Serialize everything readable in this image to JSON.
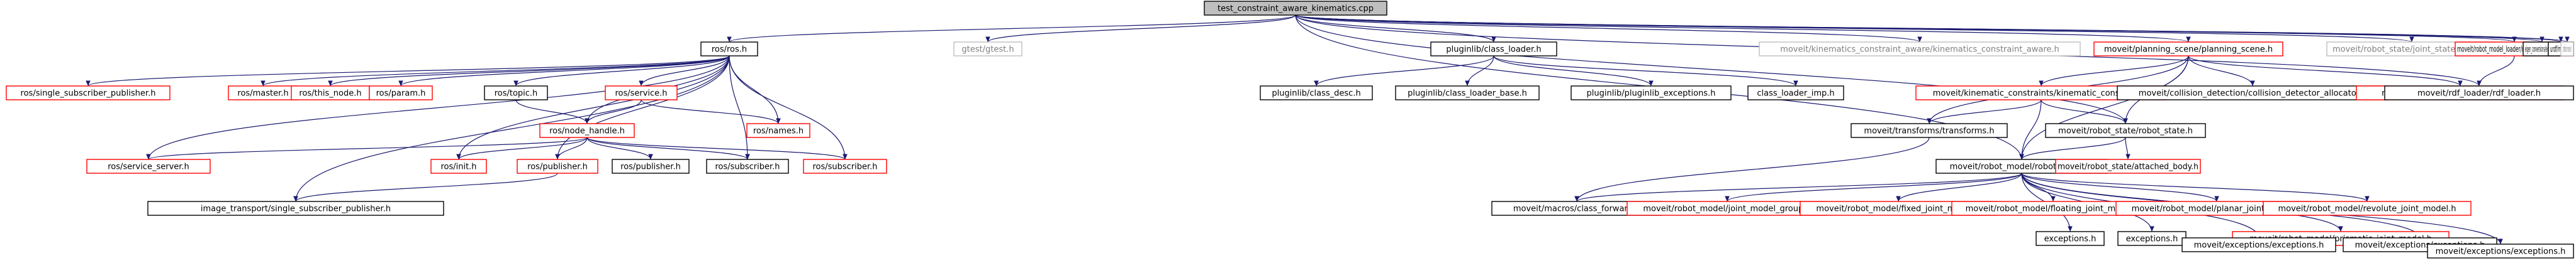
{
  "colors": {
    "edge": "#191970",
    "linked_border": "#000000",
    "undocumented_border": "#ff0000",
    "external_border": "#bfbfbf",
    "root_fill": "#bfbfbf",
    "text": "#000000",
    "external_text": "#808080"
  },
  "nodes": [
    {
      "id": "root",
      "label": "test_constraint_aware_kinematics.cpp",
      "kind": "root"
    },
    {
      "id": "ros",
      "label": "ros/ros.h",
      "kind": "linked"
    },
    {
      "id": "gtest",
      "label": "gtest/gtest.h",
      "kind": "external"
    },
    {
      "id": "plc",
      "label": "pluginlib/class_loader.h",
      "kind": "linked"
    },
    {
      "id": "mkc",
      "label": "moveit/kinematics_constraint_aware/kinematics_constraint_aware.h",
      "kind": "external"
    },
    {
      "id": "mps",
      "label": "moveit/planning_scene/planning_scene.h",
      "kind": "undoc"
    },
    {
      "id": "rsjsg",
      "label": "moveit/robot_state/joint_state_group.h",
      "kind": "external"
    },
    {
      "id": "rmlr",
      "label": "moveit/robot_model_loader/robot_model_loader.h",
      "kind": "undoc"
    },
    {
      "id": "eig",
      "label": "eigen_conversions/eigen_msg.h",
      "kind": "linked"
    },
    {
      "id": "urdf",
      "label": "urdf/model.h",
      "kind": "linked"
    },
    {
      "id": "srdf",
      "label": "srdfdom/model.h",
      "kind": "external"
    },
    {
      "id": "ssp1",
      "label": "ros/single_subscriber_publisher.h",
      "kind": "undoc"
    },
    {
      "id": "master",
      "label": "ros/master.h",
      "kind": "undoc"
    },
    {
      "id": "thisnode",
      "label": "ros/this_node.h",
      "kind": "undoc"
    },
    {
      "id": "param",
      "label": "ros/param.h",
      "kind": "undoc"
    },
    {
      "id": "topic",
      "label": "ros/topic.h",
      "kind": "linked"
    },
    {
      "id": "service",
      "label": "ros/service.h",
      "kind": "undoc"
    },
    {
      "id": "pcd",
      "label": "pluginlib/class_desc.h",
      "kind": "linked"
    },
    {
      "id": "pclb",
      "label": "pluginlib/class_loader_base.h",
      "kind": "linked"
    },
    {
      "id": "pex",
      "label": "pluginlib/pluginlib_exceptions.h",
      "kind": "linked"
    },
    {
      "id": "cli",
      "label": "class_loader_imp.h",
      "kind": "linked"
    },
    {
      "id": "kcc",
      "label": "moveit/kinematic_constraints/kinematic_constraint.h",
      "kind": "undoc"
    },
    {
      "id": "cdca",
      "label": "moveit/collision_detection/collision_detector_allocator.h",
      "kind": "linked"
    },
    {
      "id": "cdwd",
      "label": "moveit/collision_detection/world_diff.h",
      "kind": "undoc"
    },
    {
      "id": "rdfl",
      "label": "moveit/rdf_loader/rdf_loader.h",
      "kind": "linked"
    },
    {
      "id": "nh",
      "label": "ros/node_handle.h",
      "kind": "undoc"
    },
    {
      "id": "names",
      "label": "ros/names.h",
      "kind": "undoc"
    },
    {
      "id": "tt",
      "label": "moveit/transforms/transforms.h",
      "kind": "linked"
    },
    {
      "id": "rsrs",
      "label": "moveit/robot_state/robot_state.h",
      "kind": "linked"
    },
    {
      "id": "ss",
      "label": "ros/service_server.h",
      "kind": "undoc"
    },
    {
      "id": "init",
      "label": "ros/init.h",
      "kind": "undoc"
    },
    {
      "id": "pub1",
      "label": "ros/publisher.h",
      "kind": "undoc"
    },
    {
      "id": "pub2",
      "label": "ros/publisher.h",
      "kind": "linked"
    },
    {
      "id": "sub1",
      "label": "ros/subscriber.h",
      "kind": "linked"
    },
    {
      "id": "sub2",
      "label": "ros/subscriber.h",
      "kind": "undoc"
    },
    {
      "id": "rmrm",
      "label": "moveit/robot_model/robot_model.h",
      "kind": "linked"
    },
    {
      "id": "rsab",
      "label": "moveit/robot_state/attached_body.h",
      "kind": "undoc"
    },
    {
      "id": "itssp",
      "label": "image_transport/single_subscriber_publisher.h",
      "kind": "linked"
    },
    {
      "id": "mcf",
      "label": "moveit/macros/class_forward.h",
      "kind": "linked"
    },
    {
      "id": "jmg",
      "label": "moveit/robot_model/joint_model_group.h",
      "kind": "undoc"
    },
    {
      "id": "fjm",
      "label": "moveit/robot_model/fixed_joint_model.h",
      "kind": "undoc"
    },
    {
      "id": "fljm",
      "label": "moveit/robot_model/floating_joint_model.h",
      "kind": "undoc"
    },
    {
      "id": "pjm",
      "label": "moveit/robot_model/planar_joint_model.h",
      "kind": "undoc"
    },
    {
      "id": "rjm",
      "label": "moveit/robot_model/revolute_joint_model.h",
      "kind": "undoc"
    },
    {
      "id": "prjm",
      "label": "moveit/robot_model/prismatic_joint_model.h",
      "kind": "undoc"
    },
    {
      "id": "exc1",
      "label": "exceptions.h",
      "kind": "linked"
    },
    {
      "id": "exc2",
      "label": "exceptions.h",
      "kind": "linked"
    },
    {
      "id": "mee1",
      "label": "moveit/exceptions/exceptions.h",
      "kind": "linked"
    },
    {
      "id": "mee2",
      "label": "moveit/exceptions/exceptions.h",
      "kind": "linked"
    },
    {
      "id": "mee3",
      "label": "moveit/exceptions/exceptions.h",
      "kind": "linked"
    }
  ],
  "edges": [
    [
      "root",
      "ros"
    ],
    [
      "root",
      "gtest"
    ],
    [
      "root",
      "plc"
    ],
    [
      "root",
      "mkc"
    ],
    [
      "root",
      "mps"
    ],
    [
      "root",
      "rsjsg"
    ],
    [
      "root",
      "rmlr"
    ],
    [
      "root",
      "eig"
    ],
    [
      "root",
      "urdf"
    ],
    [
      "root",
      "srdf"
    ],
    [
      "root",
      "rmrm"
    ],
    [
      "root",
      "rsrs"
    ],
    [
      "root",
      "rdfl"
    ],
    [
      "ros",
      "ssp1"
    ],
    [
      "ros",
      "master"
    ],
    [
      "ros",
      "thisnode"
    ],
    [
      "ros",
      "param"
    ],
    [
      "ros",
      "topic"
    ],
    [
      "ros",
      "service"
    ],
    [
      "ros",
      "nh"
    ],
    [
      "ros",
      "names"
    ],
    [
      "ros",
      "init"
    ],
    [
      "ros",
      "pub1"
    ],
    [
      "ros",
      "sub1"
    ],
    [
      "ros",
      "sub2"
    ],
    [
      "ros",
      "ss"
    ],
    [
      "ros",
      "itssp"
    ],
    [
      "topic",
      "nh"
    ],
    [
      "service",
      "nh"
    ],
    [
      "service",
      "names"
    ],
    [
      "nh",
      "ss"
    ],
    [
      "nh",
      "init"
    ],
    [
      "nh",
      "pub1"
    ],
    [
      "nh",
      "pub2"
    ],
    [
      "nh",
      "sub1"
    ],
    [
      "nh",
      "sub2"
    ],
    [
      "pub1",
      "itssp"
    ],
    [
      "plc",
      "pcd"
    ],
    [
      "plc",
      "pclb"
    ],
    [
      "plc",
      "pex"
    ],
    [
      "plc",
      "cli"
    ],
    [
      "mps",
      "kcc"
    ],
    [
      "mps",
      "cdca"
    ],
    [
      "mps",
      "cdwd"
    ],
    [
      "mps",
      "tt"
    ],
    [
      "mps",
      "rsrs"
    ],
    [
      "mps",
      "rmrm"
    ],
    [
      "kcc",
      "tt"
    ],
    [
      "kcc",
      "rsrs"
    ],
    [
      "kcc",
      "rmrm"
    ],
    [
      "rmlr",
      "rdfl"
    ],
    [
      "tt",
      "mcf"
    ],
    [
      "rsrs",
      "rmrm"
    ],
    [
      "rsrs",
      "rsab"
    ],
    [
      "rmrm",
      "mcf"
    ],
    [
      "rmrm",
      "jmg"
    ],
    [
      "rmrm",
      "fjm"
    ],
    [
      "rmrm",
      "fljm"
    ],
    [
      "rmrm",
      "pjm"
    ],
    [
      "rmrm",
      "rjm"
    ],
    [
      "rmrm",
      "prjm"
    ],
    [
      "rmrm",
      "exc1"
    ],
    [
      "rmrm",
      "exc2"
    ],
    [
      "rmrm",
      "mee1"
    ],
    [
      "rmrm",
      "mee2"
    ],
    [
      "rmrm",
      "mee3"
    ]
  ]
}
